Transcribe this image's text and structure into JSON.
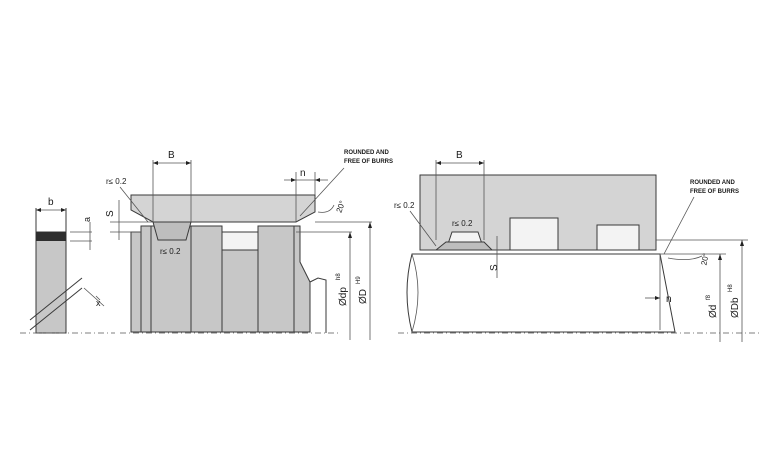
{
  "left_view": {
    "ring_width_label": "b",
    "ring_height_label": "a",
    "groove_width_label": "B",
    "step_label": "S",
    "chamfer_len_label": "n",
    "radius_top_label": "r≤ 0.2",
    "radius_bottom_label": "r≤ 0.2",
    "angle_label": "20°",
    "note_line1": "ROUNDED AND",
    "note_line2": "FREE OF BURRS",
    "diam_dp_label": "Ødp",
    "diam_dp_tol": "h8",
    "diam_D_label": "ØD",
    "diam_D_tol": "H9"
  },
  "right_view": {
    "groove_width_label": "B",
    "radius_outer_label": "r≤ 0.2",
    "radius_inner_label": "r≤ 0.2",
    "step_label": "S",
    "chamfer_len_label": "n",
    "angle_label": "20°",
    "note_line1": "ROUNDED AND",
    "note_line2": "FREE OF BURRS",
    "diam_d_label": "Ød",
    "diam_d_tol": "f8",
    "diam_Db_label": "ØDb",
    "diam_Db_tol": "H8"
  }
}
